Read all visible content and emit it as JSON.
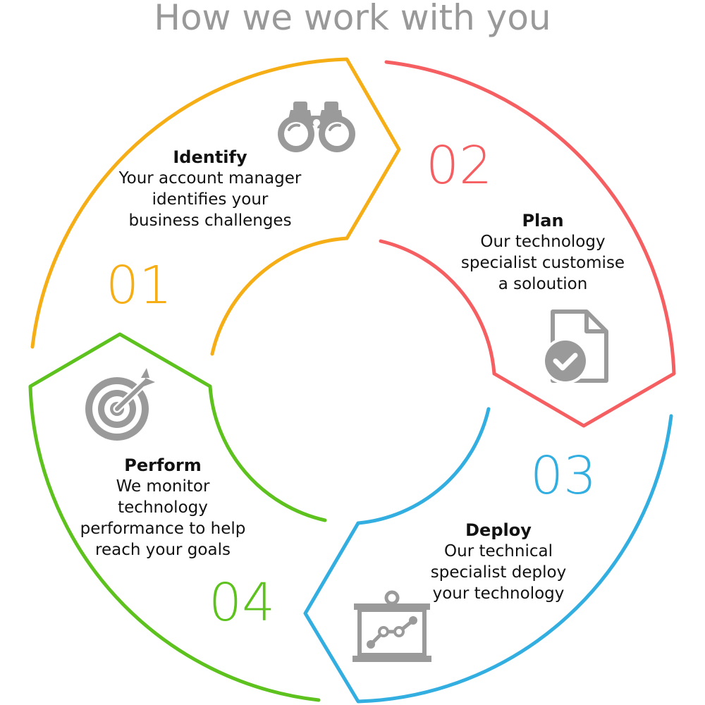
{
  "title": "How we work with you",
  "colors": {
    "identify": "#F6AE16",
    "plan": "#F55F62",
    "deploy": "#33AEE0",
    "perform": "#5DC21E",
    "icon": "#9A9A9A",
    "title": "#999999"
  },
  "steps": [
    {
      "number": "01",
      "title": "Identify",
      "description": "Your account manager\nidentifies your\nbusiness challenges",
      "icon": "binoculars-icon"
    },
    {
      "number": "02",
      "title": "Plan",
      "description": "Our technology\nspecialist customise\na soloution",
      "icon": "document-check-icon"
    },
    {
      "number": "03",
      "title": "Deploy",
      "description": "Our technical\nspecialist deploy\nyour technology",
      "icon": "presentation-chart-icon"
    },
    {
      "number": "04",
      "title": "Perform",
      "description": "We monitor\ntechnology\nperformance to help\nreach your goals",
      "icon": "target-arrow-icon"
    }
  ]
}
